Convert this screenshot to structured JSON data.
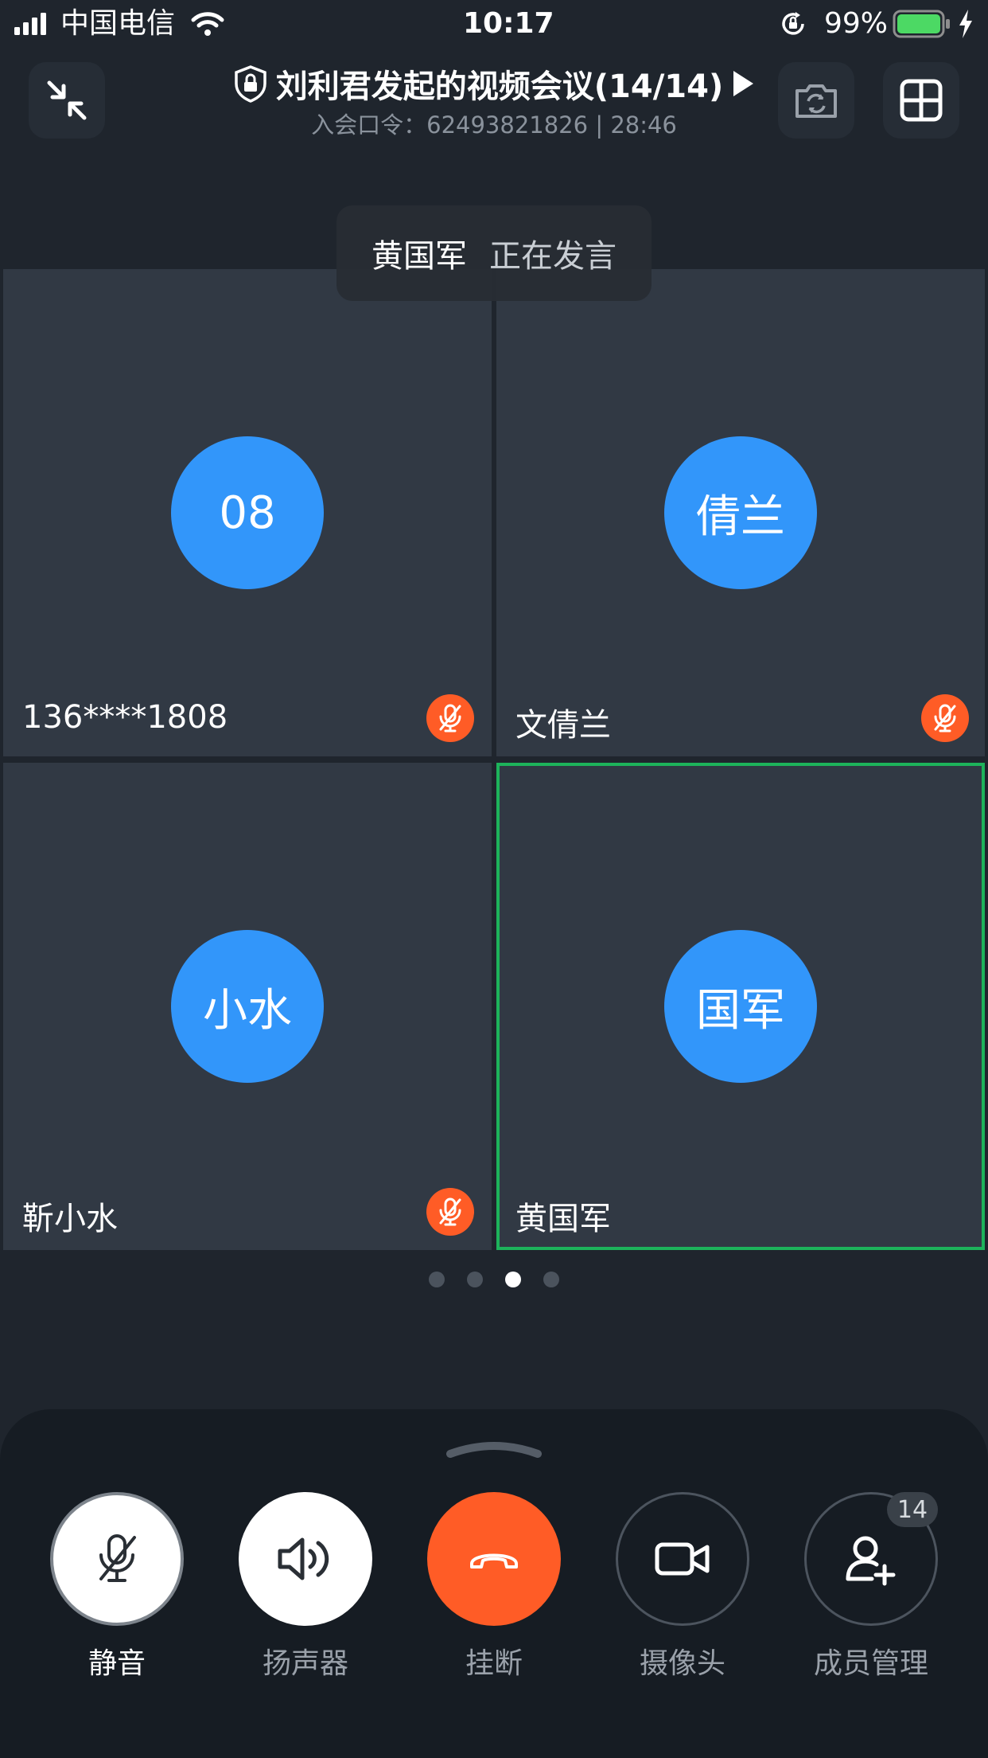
{
  "status_bar": {
    "carrier": "中国电信",
    "time": "10:17",
    "battery": "99%"
  },
  "header": {
    "title": "刘利君发起的视频会议(14/14)",
    "meeting_code_label": "入会口令：",
    "meeting_code": "62493821826",
    "separator": "|",
    "duration": "28:46"
  },
  "speaking_toast": {
    "name": "黄国军",
    "status": "正在发言"
  },
  "participants": [
    {
      "initials": "08",
      "name": "136****1808",
      "muted": true,
      "speaking": false
    },
    {
      "initials": "倩兰",
      "name": "文倩兰",
      "muted": true,
      "speaking": false
    },
    {
      "initials": "小水",
      "name": "靳小水",
      "muted": true,
      "speaking": false
    },
    {
      "initials": "国军",
      "name": "黄国军",
      "muted": false,
      "speaking": true
    }
  ],
  "pagination": {
    "pages": 4,
    "current": 3
  },
  "controls": {
    "mute_label": "静音",
    "speaker_label": "扬声器",
    "hangup_label": "挂断",
    "camera_label": "摄像头",
    "members_label": "成员管理",
    "member_count": "14"
  },
  "colors": {
    "background": "#1f252d",
    "tile": "#313944",
    "avatar": "#3296fa",
    "muted_badge": "#ff5c26",
    "hangup": "#ff5c26",
    "speaking_border": "#1db35b"
  },
  "icons": [
    "cellular-signal-icon",
    "wifi-icon",
    "orientation-lock-icon",
    "battery-icon",
    "charging-icon",
    "minimize-icon",
    "shield-lock-icon",
    "play-icon",
    "camera-switch-icon",
    "grid-layout-icon",
    "mic-off-icon",
    "speaker-icon",
    "phone-hangup-icon",
    "video-camera-icon",
    "add-member-icon",
    "chevron-up-icon"
  ]
}
